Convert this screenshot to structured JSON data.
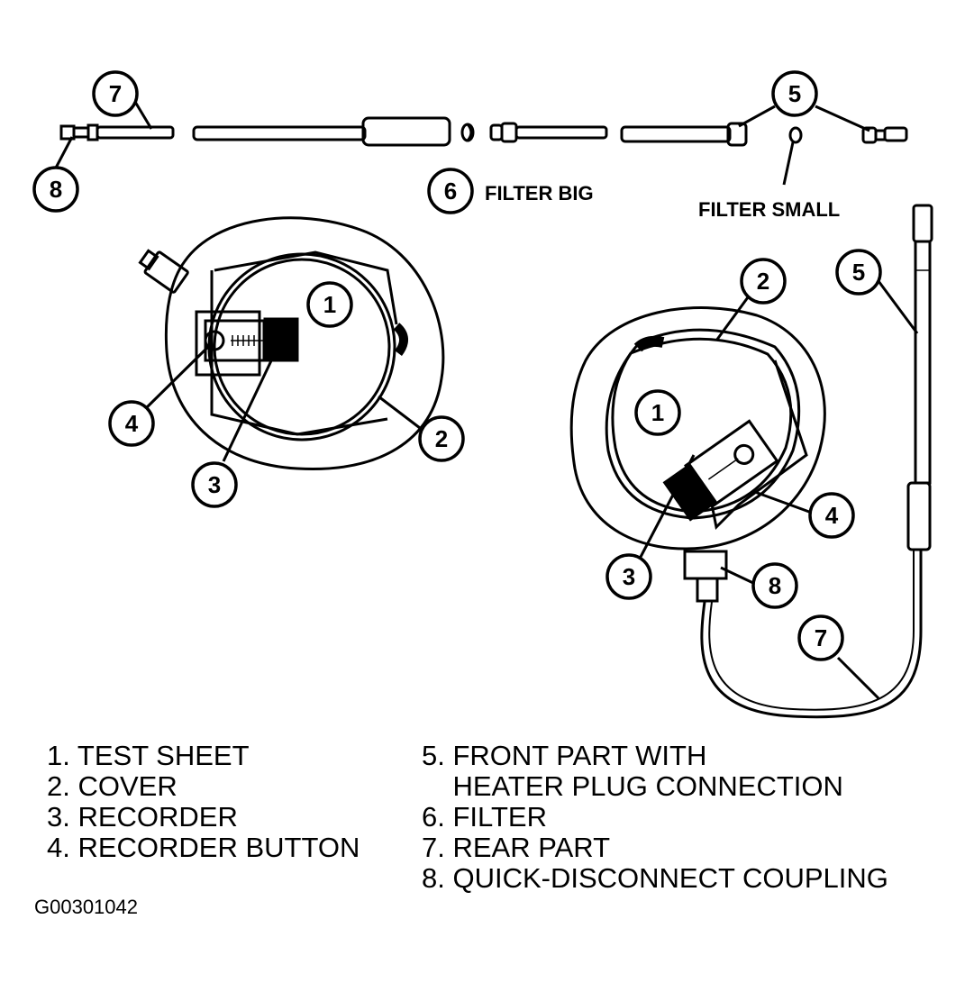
{
  "callouts": {
    "top_7": "7",
    "top_8": "8",
    "top_6": "6",
    "top_5": "5",
    "left_1": "1",
    "left_2": "2",
    "left_3": "3",
    "left_4": "4",
    "right_1": "1",
    "right_2": "2",
    "right_3": "3",
    "right_4": "4",
    "right_5": "5",
    "right_7": "7",
    "right_8": "8"
  },
  "labels": {
    "filter_big": "FILTER BIG",
    "filter_small": "FILTER SMALL"
  },
  "legend": {
    "left": [
      "1. TEST SHEET",
      "2. COVER",
      "3. RECORDER",
      "4. RECORDER BUTTON"
    ],
    "right": [
      "5. FRONT PART WITH",
      "    HEATER PLUG CONNECTION",
      "6. FILTER",
      "7. REAR PART",
      "8. QUICK-DISCONNECT COUPLING"
    ]
  },
  "figure_id": "G00301042"
}
